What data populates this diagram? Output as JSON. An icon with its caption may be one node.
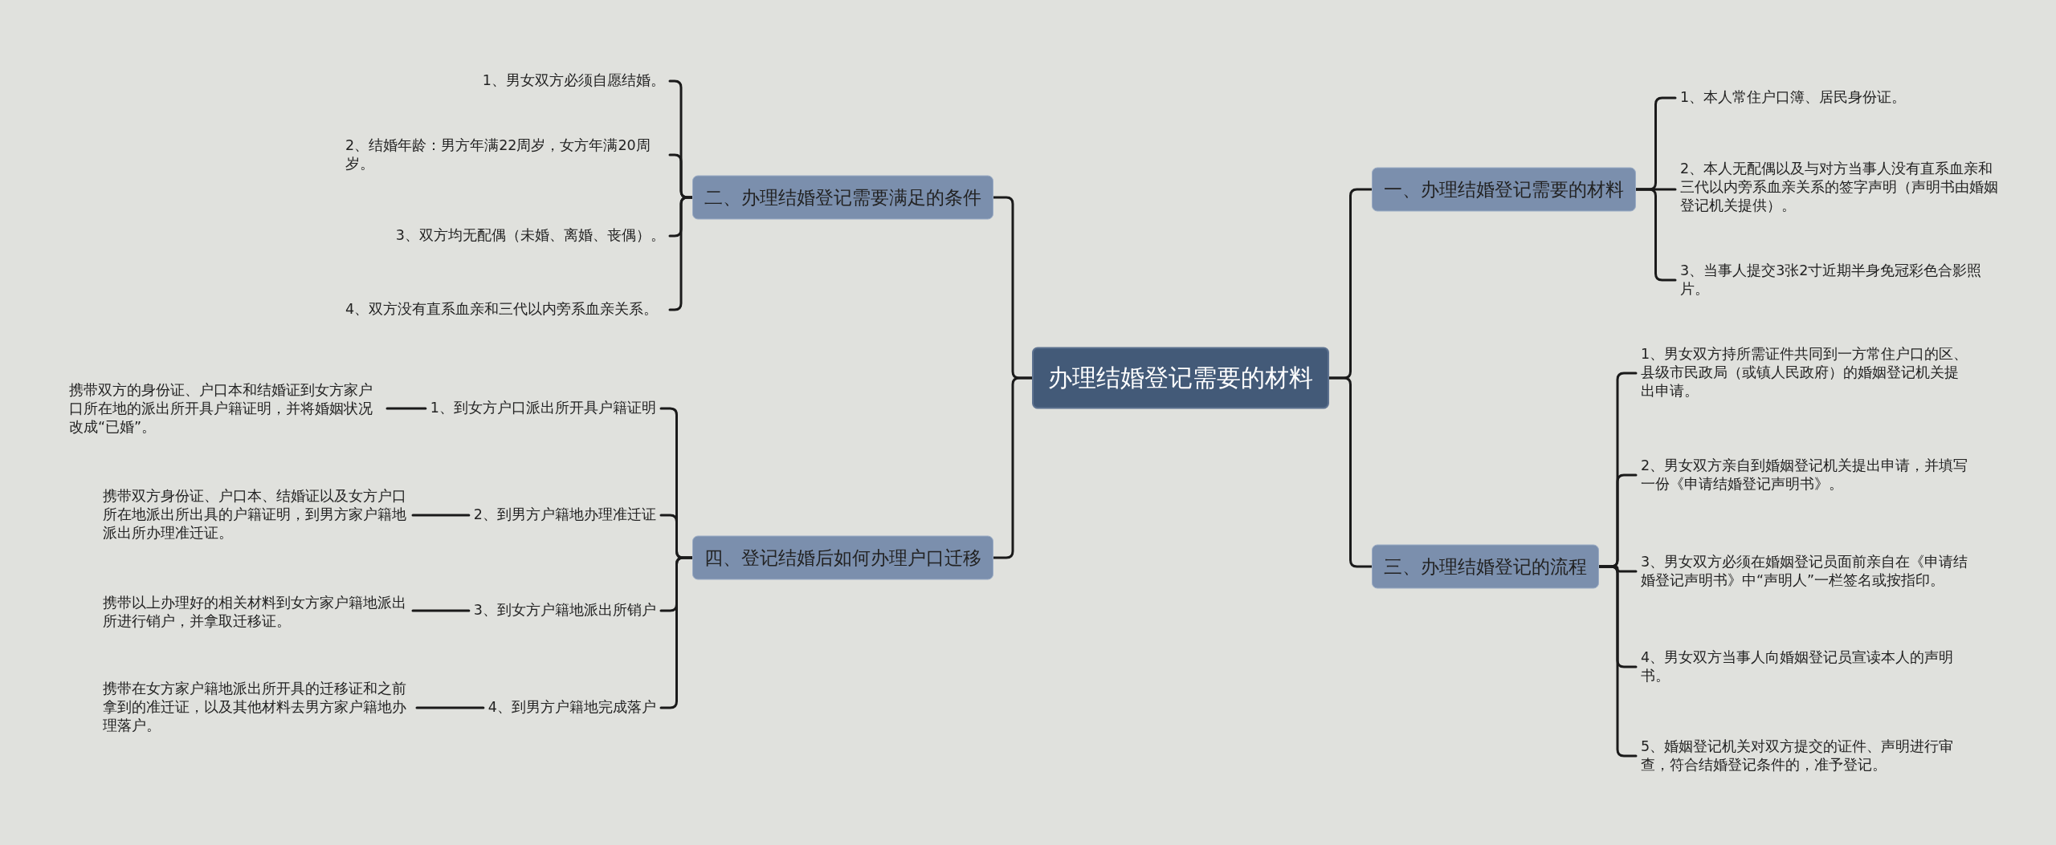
{
  "diagram": {
    "nodes": [
      {
        "text": [
          "办理结婚登记需要的材料"
        ]
      },
      {
        "text": [
          "二、办理结婚登记需要满足的条件"
        ]
      },
      {
        "text": [
          "1、男女双方必须自愿结婚。"
        ]
      },
      {
        "text": [
          "2、结婚年龄：男方年满22周岁，女方年满20周岁。"
        ]
      },
      {
        "text": [
          "3、双方均无配偶（未婚、离婚、丧偶）。"
        ]
      },
      {
        "text": [
          "4、双方没有直系血亲和三代以内旁系血亲关系。"
        ]
      },
      {
        "text": [
          "四、登记结婚后如何办理户口迁移"
        ]
      },
      {
        "text": [
          "1、到女方户口派出所开具户籍证明"
        ]
      },
      {
        "text": [
          "携带双方的身份证、户口本和结婚证到女方家户口所在地的派出所开具户籍证明，并将婚姻状况改成“已婚”。"
        ]
      },
      {
        "text": [
          "2、到男方户籍地办理准迁证"
        ]
      },
      {
        "text": [
          "携带双方身份证、户口本、结婚证以及女方户口所在地派出所出具的户籍证明，到男方家户籍地派出所办理准迁证。"
        ]
      },
      {
        "text": [
          "3、到女方户籍地派出所销户"
        ]
      },
      {
        "text": [
          "携带以上办理好的相关材料到女方家户籍地派出所进行销户，并拿取迁移证。"
        ]
      },
      {
        "text": [
          "4、到男方户籍地完成落户"
        ]
      },
      {
        "text": [
          "携带在女方家户籍地派出所开具的迁移证和之前拿到的准迁证，以及其他材料去男方家户籍地办理落户。"
        ]
      },
      {
        "text": [
          "一、办理结婚登记需要的材料"
        ]
      },
      {
        "text": [
          "1、本人常住户口簿、居民身份证。"
        ]
      },
      {
        "text": [
          "2、本人无配偶以及与对方当事人没有直系血亲和三代以内旁系血亲关系的签字声明（声明书由婚姻登记机关提供）。"
        ]
      },
      {
        "text": [
          "3、当事人提交3张2寸近期半身免冠彩色合影照片。"
        ]
      },
      {
        "text": [
          "三、办理结婚登记的流程"
        ]
      },
      {
        "text": [
          "1、男女双方持所需证件共同到一方常住户口的区、县级市民政局（或镇人民政府）的婚姻登记机关提出申请。"
        ]
      },
      {
        "text": [
          "2、男女双方亲自到婚姻登记机关提出申请，并填写一份《申请结婚登记声明书》。"
        ]
      },
      {
        "text": [
          "3、男女双方必须在婚姻登记员面前亲自在《申请结婚登记声明书》中“声明人”一栏签名或按指印。"
        ]
      },
      {
        "text": [
          "4、男女双方当事人向婚姻登记员宣读本人的声明书。"
        ]
      },
      {
        "text": [
          "5、婚姻登记机关对双方提交的证件、声明进行审查，符合结婚登记条件的，准予登记。"
        ]
      }
    ],
    "edges": [
      {
        "from": 0,
        "to": 1,
        "arrow": "none"
      },
      {
        "from": 0,
        "to": 6,
        "arrow": "none"
      },
      {
        "from": 0,
        "to": 15,
        "arrow": "none"
      },
      {
        "from": 0,
        "to": 19,
        "arrow": "none"
      },
      {
        "from": 1,
        "to": 2,
        "arrow": "none"
      },
      {
        "from": 1,
        "to": 3,
        "arrow": "none"
      },
      {
        "from": 1,
        "to": 4,
        "arrow": "none"
      },
      {
        "from": 1,
        "to": 5,
        "arrow": "none"
      },
      {
        "from": 6,
        "to": 7,
        "arrow": "none"
      },
      {
        "from": 6,
        "to": 9,
        "arrow": "none"
      },
      {
        "from": 6,
        "to": 11,
        "arrow": "none"
      },
      {
        "from": 6,
        "to": 13,
        "arrow": "none"
      },
      {
        "from": 7,
        "to": 8,
        "arrow": "none"
      },
      {
        "from": 9,
        "to": 10,
        "arrow": "none"
      },
      {
        "from": 11,
        "to": 12,
        "arrow": "none"
      },
      {
        "from": 13,
        "to": 14,
        "arrow": "none"
      },
      {
        "from": 15,
        "to": 16,
        "arrow": "none"
      },
      {
        "from": 15,
        "to": 17,
        "arrow": "none"
      },
      {
        "from": 15,
        "to": 18,
        "arrow": "none"
      },
      {
        "from": 19,
        "to": 20,
        "arrow": "none"
      },
      {
        "from": 19,
        "to": 21,
        "arrow": "none"
      },
      {
        "from": 19,
        "to": 22,
        "arrow": "none"
      },
      {
        "from": 19,
        "to": 23,
        "arrow": "none"
      },
      {
        "from": 19,
        "to": 24,
        "arrow": "none"
      }
    ]
  }
}
